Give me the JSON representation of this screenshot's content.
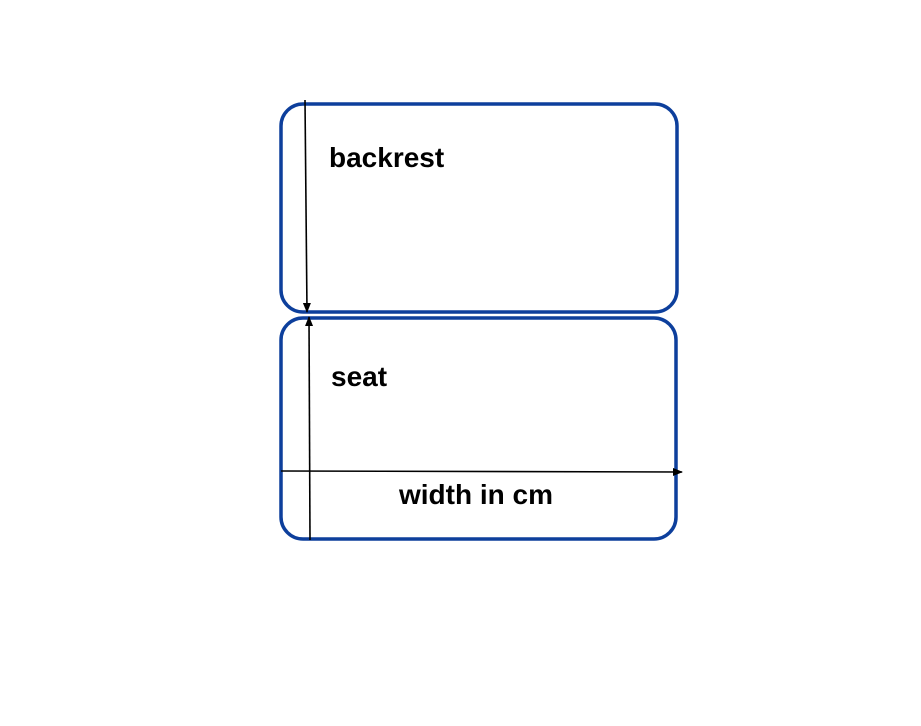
{
  "colors": {
    "box_stroke": "#0d3f9c",
    "arrow": "#000000",
    "text": "#000000",
    "background": "#ffffff"
  },
  "labels": {
    "backrest": "backrest",
    "seat": "seat",
    "width": "width in cm"
  }
}
